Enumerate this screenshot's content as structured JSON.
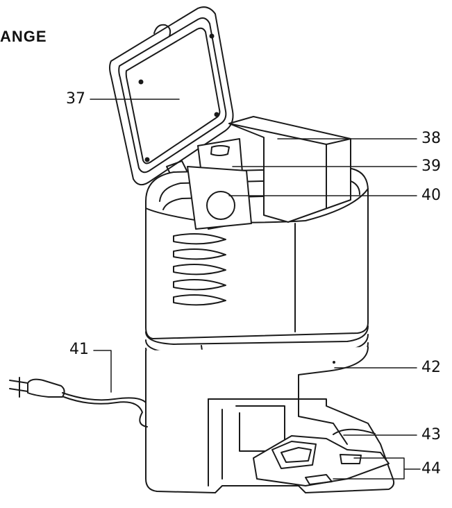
{
  "heading": "ANGE",
  "callouts": {
    "c37": "37",
    "c38": "38",
    "c39": "39",
    "c40": "40",
    "c41": "41",
    "c42": "42",
    "c43": "43",
    "c44": "44"
  },
  "colors": {
    "line": "#1a1a1a",
    "fill": "#ffffff"
  }
}
